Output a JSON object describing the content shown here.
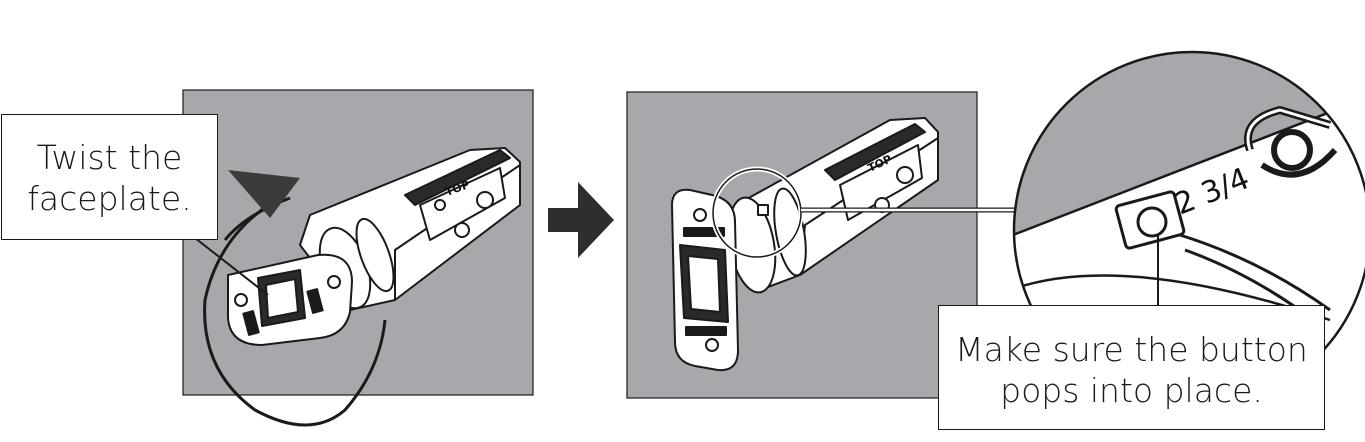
{
  "step1": {
    "callout_line1": "Twist the",
    "callout_line2": "faceplate."
  },
  "step2": {
    "callout_line1": "Make sure the button",
    "callout_line2": "pops into place."
  },
  "latch_marking": "TOP",
  "zoom_marking": "2 3/4",
  "colors": {
    "panel_gray": "#a7a8ab",
    "line": "#1a1a1a",
    "arrow_dark": "#3b3b3b"
  },
  "icons": [
    "rotate-arrow-icon",
    "next-step-arrow-icon",
    "magnifier-circle-icon"
  ]
}
